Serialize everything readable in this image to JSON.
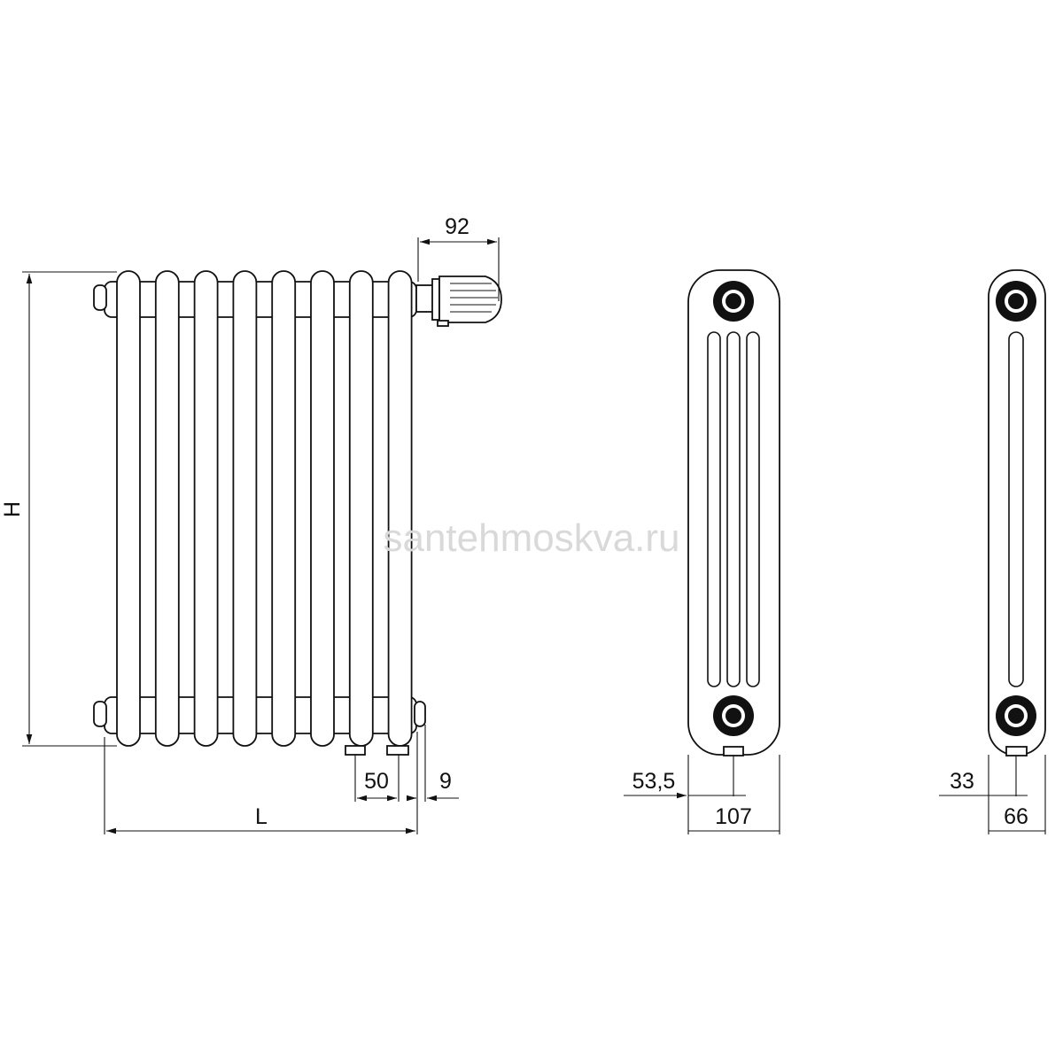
{
  "watermark": "santehmoskva.ru",
  "front_view": {
    "sections": 8,
    "dim_height": "H",
    "dim_length": "L",
    "dim_thermostat": "92",
    "dim_connection_spacing": "50",
    "dim_offset": "9"
  },
  "side_view_3col": {
    "dim_depth": "107",
    "dim_center": "53,5"
  },
  "side_view_1col": {
    "dim_depth": "66",
    "dim_center": "33"
  }
}
